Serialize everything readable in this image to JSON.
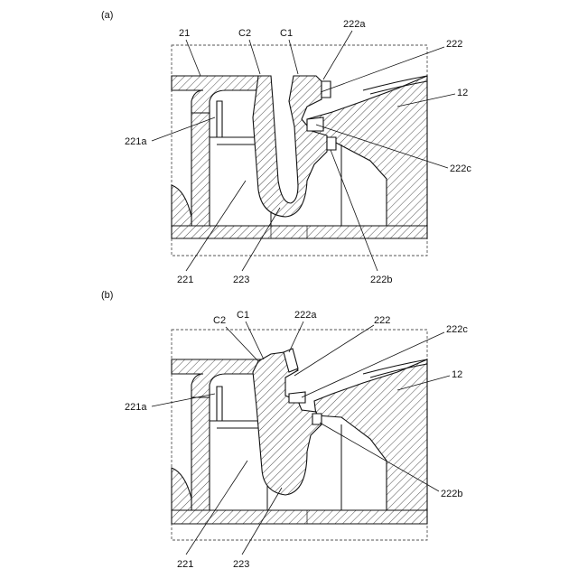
{
  "panels": [
    {
      "id": "a",
      "title": "(a)",
      "labels": {
        "l21": "21",
        "lC2": "C2",
        "lC1": "C1",
        "l222a": "222a",
        "l222": "222",
        "l12": "12",
        "l221a": "221a",
        "l222c": "222c",
        "l221": "221",
        "l223": "223",
        "l222b": "222b"
      }
    },
    {
      "id": "b",
      "title": "(b)",
      "labels": {
        "lC2": "C2",
        "lC1": "C1",
        "l222a": "222a",
        "l222": "222",
        "l222c": "222c",
        "l12": "12",
        "l221a": "221a",
        "l222b": "222b",
        "l221": "221",
        "l223": "223"
      }
    }
  ]
}
